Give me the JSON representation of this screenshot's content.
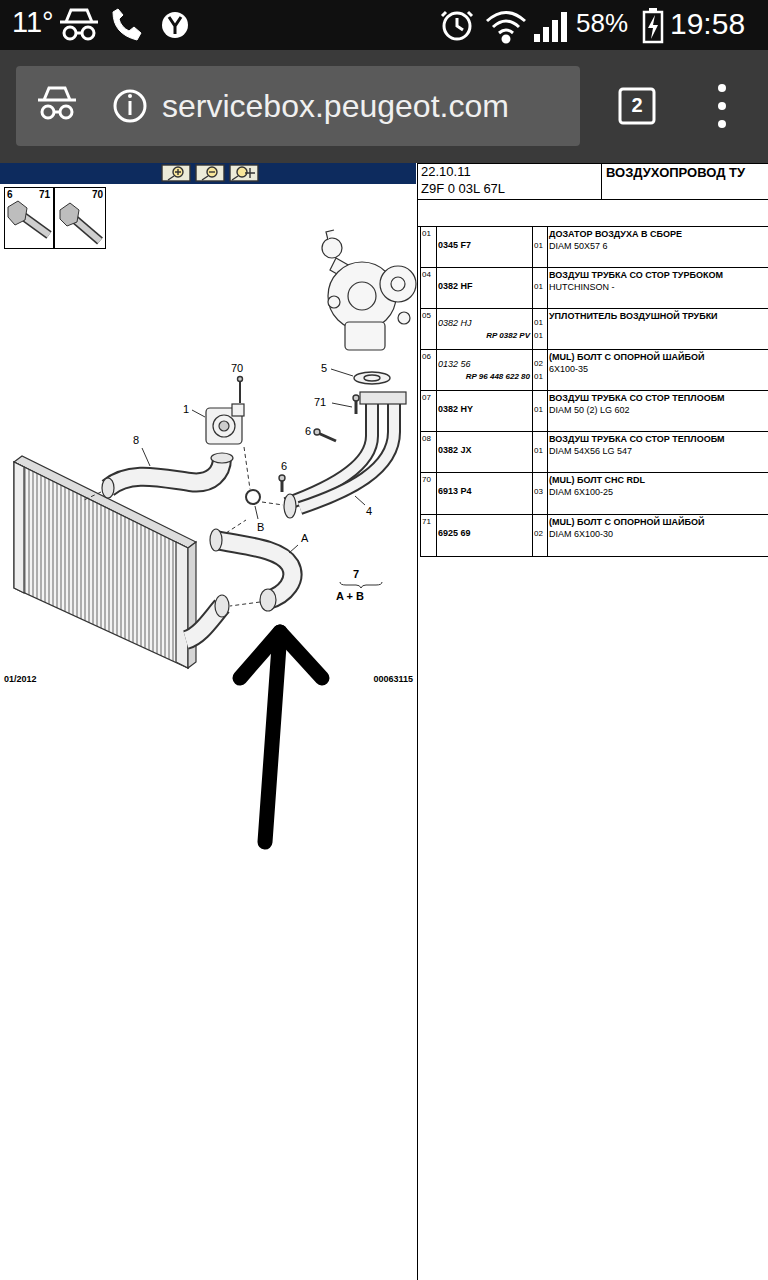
{
  "diagram": {
    "title": "ВОЗДУХОПРОВОД ТУ",
    "nodes": [
      {
        "text": [
          "6",
          "71"
        ]
      },
      {
        "text": [
          "70"
        ]
      }
    ],
    "labels": [
      "11°",
      "58%",
      "19:58",
      "servicebox.peugeot.com",
      "2",
      "70",
      "1",
      "8",
      "5",
      "71",
      "6",
      "6",
      "B",
      "A",
      "4",
      "7",
      "A + B",
      "01/2012",
      "00063115",
      "22.10.11",
      "Z9F 0 03L 67L",
      "01",
      "0345 F7",
      "01",
      "ДОЗАТОР ВОЗДУХА В СБОРЕ",
      "DIAM 50X57 6",
      "04",
      "0382 HF",
      "01",
      "ВОЗДУШ ТРУБКА СО СТОР ТУРБОКОМ",
      "HUTCHINSON -",
      "05",
      "0382 HJ",
      "RP 0382 PV",
      "01",
      "01",
      "УПЛОТНИТЕЛЬ ВОЗДУШНОЙ ТРУБКИ",
      "06",
      "0132 56",
      "RP 96 448 622 80",
      "02",
      "01",
      "(MUL) БОЛТ С ОПОРНОЙ ШАЙБОЙ",
      "6X100-35",
      "07",
      "0382 HY",
      "01",
      "ВОЗДУШ ТРУБКА СО СТОР ТЕПЛООБМ",
      "DIAM 50 (2) LG 602",
      "08",
      "0382 JX",
      "01",
      "ВОЗДУШ ТРУБКА СО СТОР ТЕПЛООБМ",
      "DIAM 54X56 LG 547",
      "70",
      "6913 P4",
      "03",
      "(MUL) БОЛТ CHC RDL",
      "DIAM 6X100-25",
      "71",
      "6925 69",
      "02",
      "(MUL) БОЛТ С ОПОРНОЙ ШАЙБОЙ",
      "DIAM 6X100-30"
    ]
  }
}
